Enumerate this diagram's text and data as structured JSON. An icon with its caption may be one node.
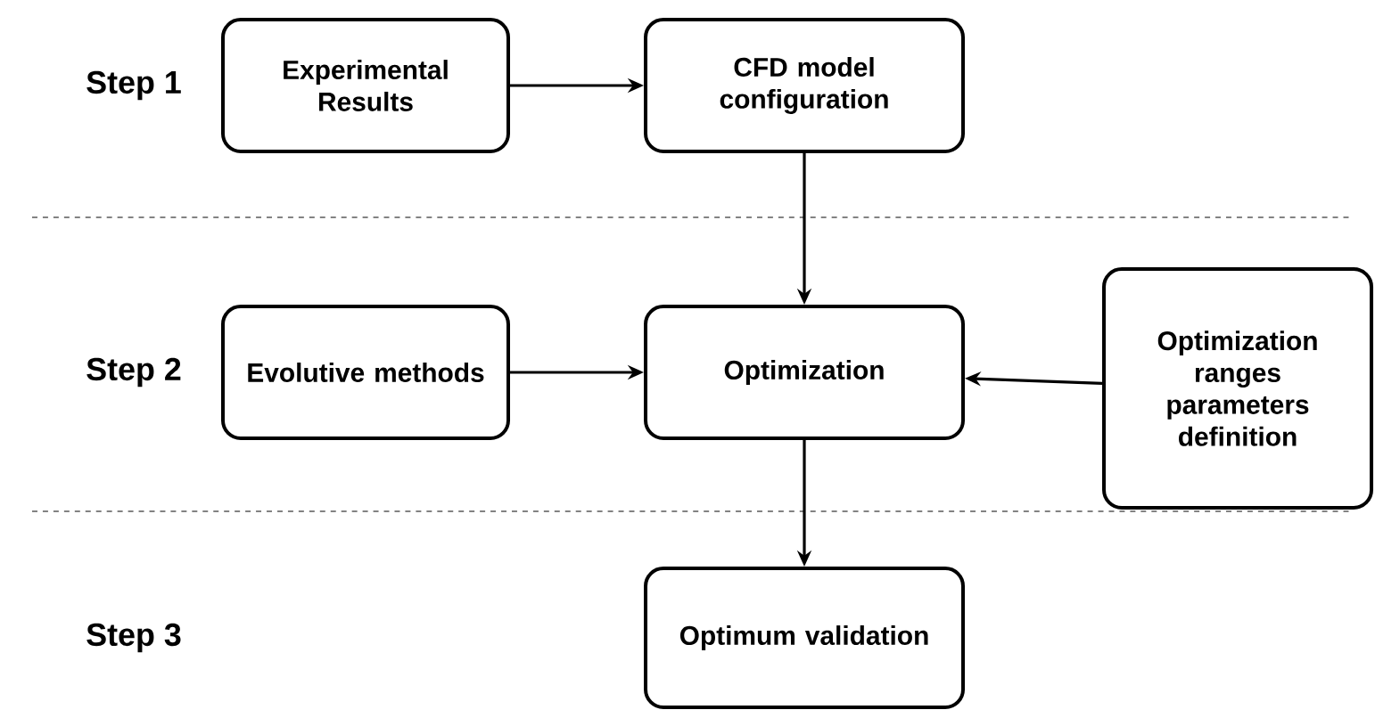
{
  "diagram": {
    "nodes": [
      {
        "text": [
          "Experimental Results"
        ]
      },
      {
        "text": [
          "CFD model configuration"
        ]
      },
      {
        "text": [
          "Evolutive methods"
        ]
      },
      {
        "text": [
          "Optimization"
        ]
      },
      {
        "text": [
          "Optimization ranges parameters definition"
        ]
      },
      {
        "text": [
          "Optimum validation"
        ]
      }
    ],
    "edges": [
      {
        "from": 0,
        "to": 1,
        "arrow": "to"
      },
      {
        "from": 1,
        "to": 3,
        "arrow": "to"
      },
      {
        "from": 2,
        "to": 3,
        "arrow": "to"
      },
      {
        "from": 4,
        "to": 3,
        "arrow": "to"
      },
      {
        "from": 3,
        "to": 5,
        "arrow": "to"
      }
    ],
    "labels": [
      "Step 1",
      "Step 2",
      "Step 3"
    ]
  }
}
